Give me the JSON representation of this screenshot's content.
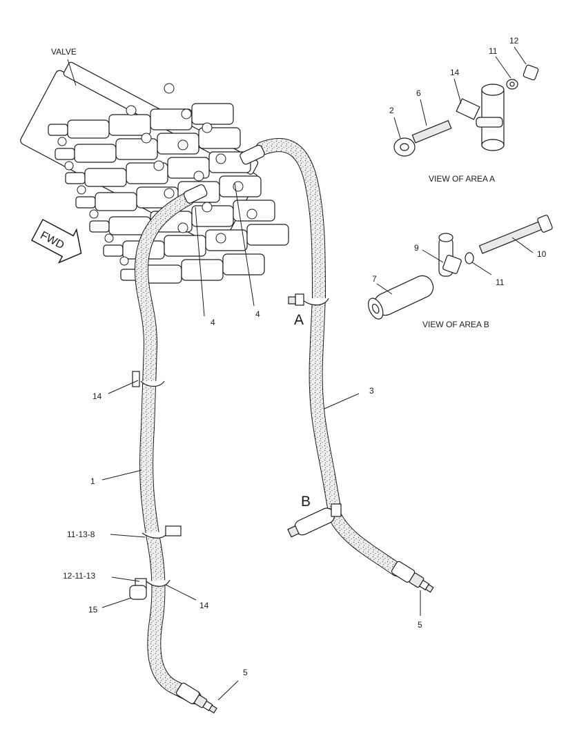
{
  "labels": {
    "valve": "VALVE",
    "fwd": "FWD",
    "area_a": "A",
    "area_b": "B",
    "view_area_a": "VIEW OF AREA  A",
    "view_area_b": "VIEW OF AREA  B",
    "item_4_left": "4",
    "item_4_right": "4",
    "item_14_left": "14",
    "item_1": "1",
    "item_11_13_8": "11-13-8",
    "item_12_11_13": "12-11-13",
    "item_15": "15",
    "item_14_lower": "14",
    "item_5_left": "5",
    "item_3": "3",
    "item_5_right": "5",
    "a_item_2": "2",
    "a_item_6": "6",
    "a_item_14": "14",
    "a_item_11": "11",
    "a_item_12": "12",
    "b_item_9": "9",
    "b_item_10": "10",
    "b_item_7": "7",
    "b_item_11": "11"
  }
}
